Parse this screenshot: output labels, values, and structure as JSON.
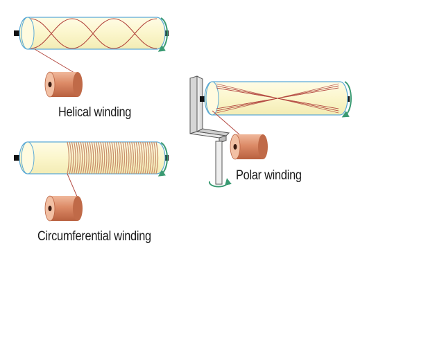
{
  "labels": {
    "helical": "Helical winding",
    "circumferential": "Circumferential winding",
    "polar": "Polar winding"
  },
  "colors": {
    "mandrel_fill": "#fdf9d4",
    "mandrel_stroke": "#5aa9d6",
    "fiber": "#b3473f",
    "spool": "#d9896a",
    "rotation_arrow": "#3a9a72",
    "shaft": "#111111",
    "arm": "#ececec"
  },
  "icons": {
    "rotation": "curved-rotation-arrow-icon"
  }
}
